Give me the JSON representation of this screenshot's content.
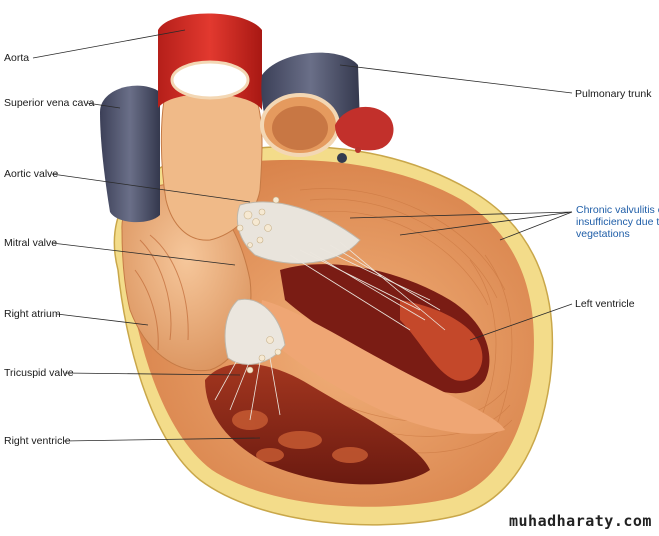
{
  "labels": {
    "aorta": "Aorta",
    "superior_vena_cava": "Superior vena cava",
    "aortic_valve": "Aortic valve",
    "mitral_valve": "Mitral valve",
    "right_atrium": "Right atrium",
    "tricuspid_valve": "Tricuspid valve",
    "right_ventricle": "Right ventricle",
    "pulmonary_trunk": "Pulmonary trunk",
    "left_ventricle": "Left ventricle",
    "vegetations_line1": "Chronic valvulitis or",
    "vegetations_line2": "insufficiency due to",
    "vegetations_line3": "vegetations"
  },
  "watermark": "muhadharaty.com",
  "colors": {
    "aorta_red": "#d8322a",
    "vein_grey": "#5a5f75",
    "myocardium": "#e79a62",
    "fat_yellow": "#f3dc8a",
    "chamber_dark": "#7a1c14",
    "annotation_blue": "#1f5ea8"
  }
}
